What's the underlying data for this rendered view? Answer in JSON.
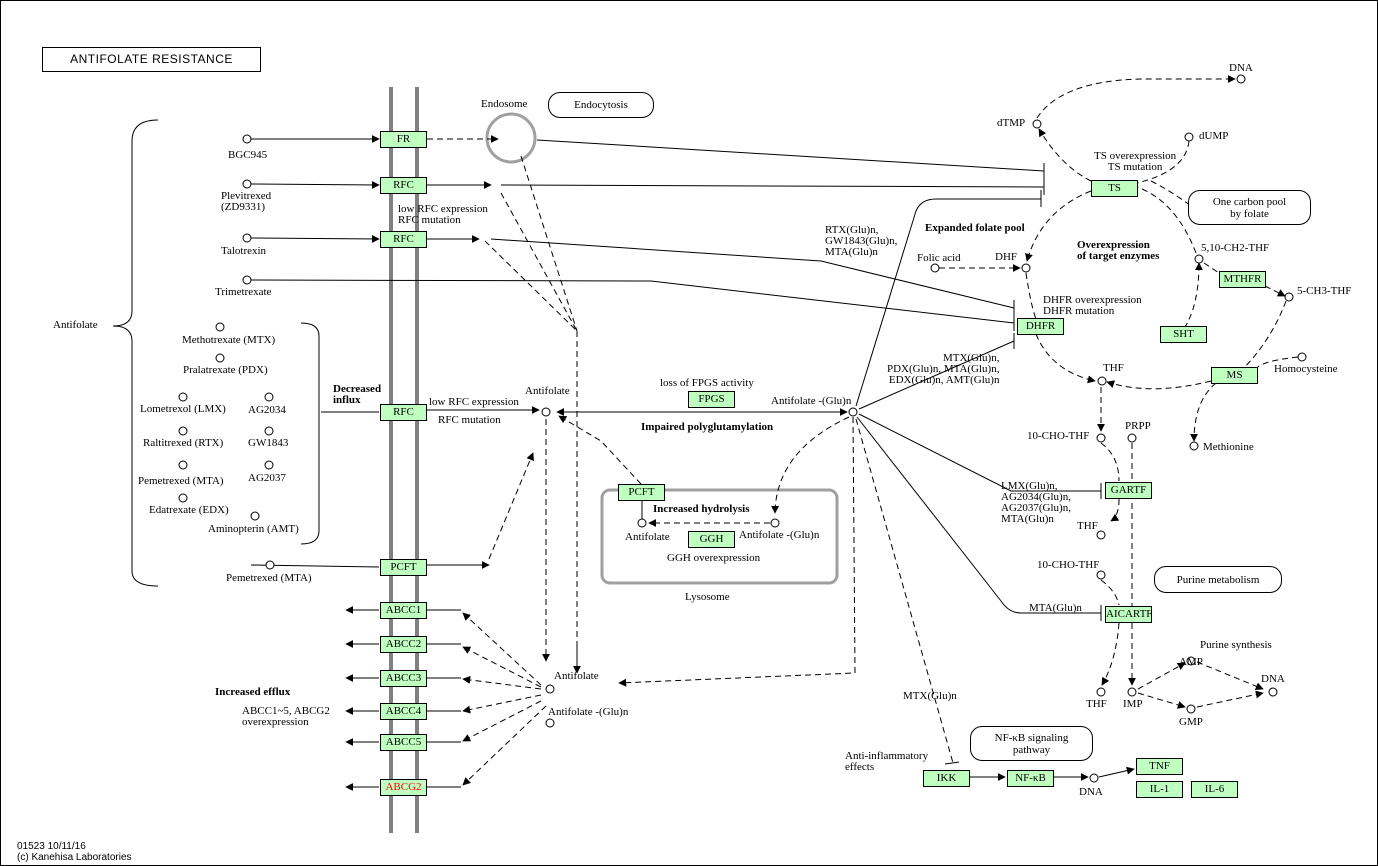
{
  "title": "ANTIFOLATE RESISTANCE",
  "footer": {
    "id": "01523 10/11/16",
    "copyright": "(c) Kanehisa Laboratories"
  },
  "colors": {
    "gene_fill": "#bfffbf",
    "membrane": "#808080",
    "highlight_text": "#ff0000",
    "lysosome_border": "#a0a0a0"
  },
  "genes": {
    "fr": "FR",
    "rfc1": "RFC",
    "rfc2": "RFC",
    "rfc3": "RFC",
    "pcft1": "PCFT",
    "abcc1": "ABCC1",
    "abcc2": "ABCC2",
    "abcc3": "ABCC3",
    "abcc4": "ABCC4",
    "abcc5": "ABCC5",
    "abcg2": "ABCG2",
    "fpgs": "FPGS",
    "pcft2": "PCFT",
    "ggh": "GGH",
    "ts": "TS",
    "dhfr": "DHFR",
    "sht": "SHT",
    "mthfr": "MTHFR",
    "ms": "MS",
    "gartf": "GARTF",
    "aicartf": "AICARTF",
    "ikk": "IKK",
    "nfkb": "NF-κB",
    "tnf": "TNF",
    "il1": "IL-1",
    "il6": "IL-6"
  },
  "maps": {
    "endocytosis": "Endocytosis",
    "one_carbon": "One carbon pool by folate",
    "purine": "Purine metabolism",
    "nfkb_path": "NF-κB signaling pathway"
  },
  "labels": {
    "endosome": "Endosome",
    "antifolate_group": "Antifolate",
    "bgc945": "BGC945",
    "plevitrexed": "Plevitrexed\n(ZD9331)",
    "talotrexin": "Talotrexin",
    "trimetrexate": "Trimetrexate",
    "mtx": "Methotrexate (MTX)",
    "pdx": "Pralatrexate (PDX)",
    "lmx": "Lometrexol (LMX)",
    "ag2034": "AG2034",
    "rtx": "Raltitrexed (RTX)",
    "gw1843": "GW1843",
    "mta": "Pemetrexed (MTA)",
    "ag2037": "AG2037",
    "edx": "Edatrexate (EDX)",
    "amt": "Aminopterin (AMT)",
    "mta2": "Pemetrexed (MTA)",
    "low_rfc1": "low RFC expression\nRFC mutation",
    "decreased_influx": "Decreased\ninflux",
    "low_rfc2": "low RFC expression",
    "rfc_mut2": "RFC mutation",
    "antifolate1": "Antifolate",
    "loss_fpgs": "loss of FPGS activity",
    "impaired": "Impaired polyglutamylation",
    "antifolate_glu1": "Antifolate -(Glu)n",
    "increased_hydrolysis": "Increased hydrolysis",
    "antifolate_lys": "Antifolate",
    "antifolate_glu_lys": "Antifolate -(Glu)n",
    "ggh_over": "GGH overexpression",
    "lysosome": "Lysosome",
    "antifolate2": "Antifolate",
    "antifolate_glu2": "Antifolate -(Glu)n",
    "increased_efflux": "Increased efflux",
    "abc_over": "ABCC1~5, ABCG2\noverexpression",
    "rtx_glu": "RTX(Glu)n,\nGW1843(Glu)n,\nMTA(Glu)n",
    "expanded": "Expanded folate pool",
    "folic": "Folic acid",
    "dhf": "DHF",
    "overexpr": "Overexpression\nof target enzymes",
    "dhfr_over": "DHFR overexpression\nDHFR mutation",
    "mtx_glu": "MTX(Glu)n,\nPDX(Glu)n, MTA(Glu)n,\nEDX(Glu)n, AMT(Glu)n",
    "thf1": "THF",
    "ch2thf": "5,10-CH2-THF",
    "ch3thf": "5-CH3-THF",
    "homocysteine": "Homocysteine",
    "methionine": "Methionine",
    "ts_over": "TS overexpression\nTS mutation",
    "dtmp": "dTMP",
    "dump": "dUMP",
    "dna1": "DNA",
    "cho_thf1": "10-CHO-THF",
    "prpp": "PRPP",
    "lmx_glu": "LMX(Glu)n,\nAG2034(Glu)n,\nAG2037(Glu)n,\nMTA(Glu)n",
    "thf2": "THF",
    "cho_thf2": "10-CHO-THF",
    "mta_glu": "MTA(Glu)n",
    "thf3": "THF",
    "imp": "IMP",
    "amp": "AMP",
    "gmp": "GMP",
    "dna2": "DNA",
    "purine_synth": "Purine synthesis",
    "mtx_glu2": "MTX(Glu)n",
    "anti_inflam": "Anti-inflammatory\neffects",
    "dna3": "DNA"
  }
}
